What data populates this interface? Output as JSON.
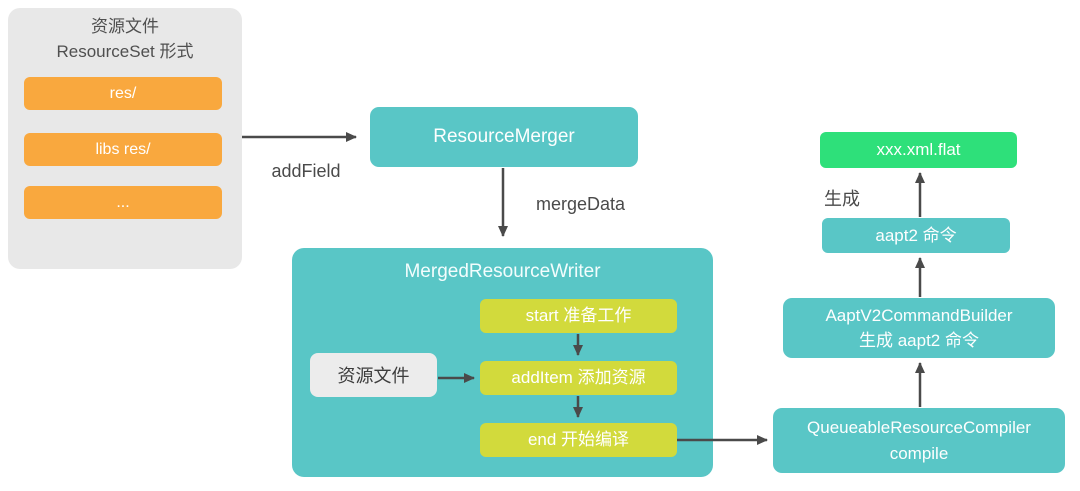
{
  "colors": {
    "teal": "#59c6c6",
    "orange": "#f9a83e",
    "lime": "#d2da3c",
    "green": "#2ee07a",
    "panel_gray": "#e8e8e8",
    "arrow_gray": "#4a4a4a"
  },
  "resource_panel": {
    "title_line1": "资源文件",
    "title_line2": "ResourceSet 形式",
    "items": [
      "res/",
      "libs res/",
      "..."
    ]
  },
  "nodes": {
    "resource_merger": "ResourceMerger",
    "merged_resource_writer": "MergedResourceWriter",
    "step_start": "start 准备工作",
    "step_add_item": "addItem 添加资源",
    "step_end": "end 开始编译",
    "resource_file": "资源文件",
    "queueable_line1": "QueueableResourceCompiler",
    "queueable_line2": "compile",
    "aapt_builder_line1": "AaptV2CommandBuilder",
    "aapt_builder_line2": "生成 aapt2 命令",
    "aapt_command": "aapt2 命令",
    "flat_output": "xxx.xml.flat"
  },
  "edge_labels": {
    "add_field": "addField",
    "merge_data": "mergeData",
    "generate": "生成"
  }
}
